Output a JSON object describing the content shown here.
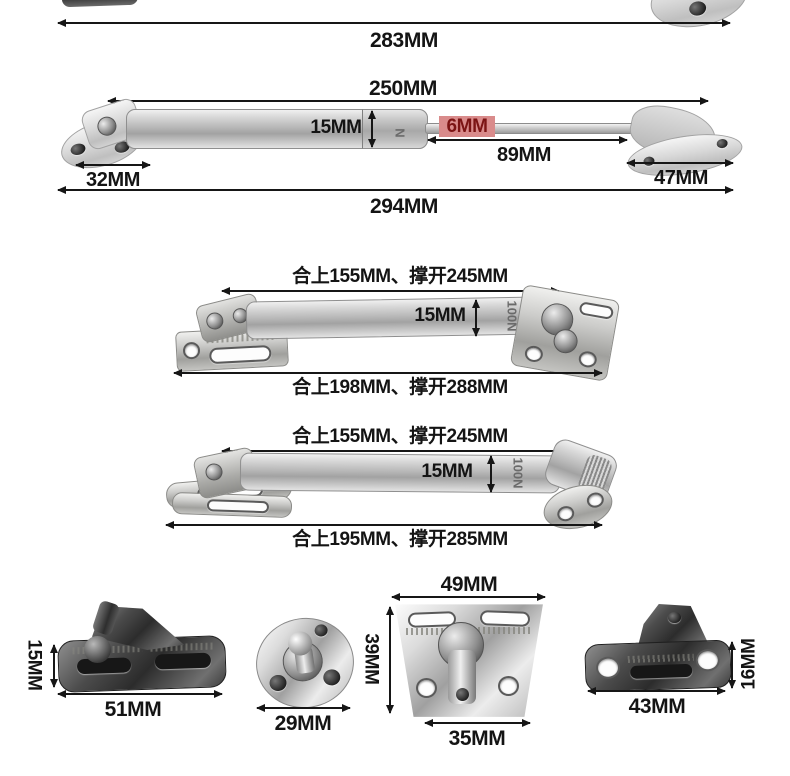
{
  "colors": {
    "background": "#ffffff",
    "dimension_text": "#141414",
    "rod_diameter_highlight_bg": "#d98b8b",
    "rod_diameter_text": "#7c1414",
    "cylinder_print_text": "#6a6a6a"
  },
  "gas_strut": {
    "bracket_span_label": "283MM",
    "body_length_label": "250MM",
    "cylinder_diameter_label": "15MM",
    "rod_diameter_label": "6MM",
    "rod_length_label": "89MM",
    "left_bracket_label": "32MM",
    "right_bracket_label": "47MM",
    "overall_length_label": "294MM",
    "cylinder_print_partial": "N"
  },
  "door_stay_1": {
    "body_span_label": "合上155MM、撑开245MM",
    "diameter_label": "15MM",
    "cylinder_print": "100N",
    "overall_span_label": "合上198MM、撑开288MM"
  },
  "door_stay_2": {
    "body_span_label": "合上155MM、撑开245MM",
    "diameter_label": "15MM",
    "cylinder_print": "100N",
    "overall_span_label": "合上195MM、撑开285MM"
  },
  "mounting_brackets": {
    "slotted_bracket": {
      "height_label": "15MM",
      "width_label": "51MM"
    },
    "round_base": {
      "width_label": "29MM"
    },
    "trapezoid_plate": {
      "top_width_label": "49MM",
      "height_label": "39MM",
      "bottom_width_label": "35MM"
    },
    "hook_bracket": {
      "height_label": "16MM",
      "width_label": "43MM"
    }
  }
}
